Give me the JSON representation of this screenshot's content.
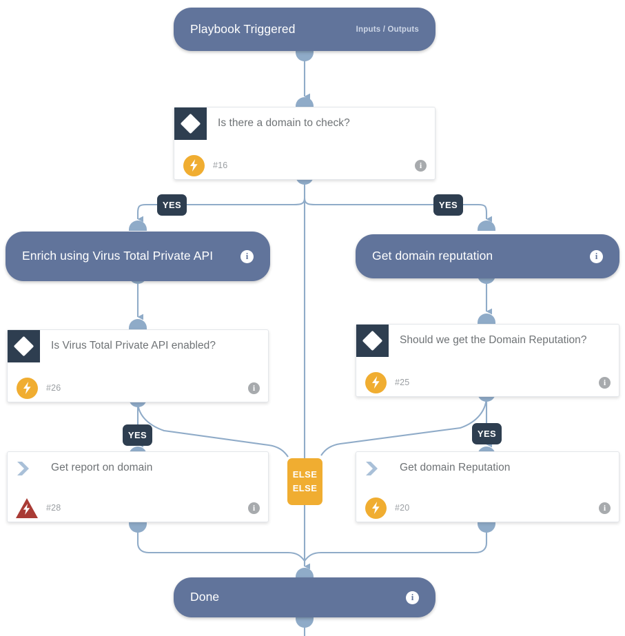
{
  "diagram": {
    "type": "playbook-flowchart",
    "colors": {
      "node_blue": "#61749b",
      "icon_navy": "#2e3e50",
      "accent_orange": "#f0ad31",
      "warning_red": "#a93b35",
      "connector_blue": "#8fabc8",
      "card_text": "#6e7275",
      "canvas": "#ffffff"
    }
  },
  "nodes": {
    "trigger": {
      "title": "Playbook Triggered",
      "io_label": "Inputs / Outputs",
      "info_icon": "info-icon"
    },
    "cond_domain": {
      "title": "Is there a domain to check?",
      "step": "#16",
      "type_icon": "diamond-condition-icon",
      "status_icon": "lightning-bolt-icon",
      "info_icon": "info-icon"
    },
    "enrich_vt": {
      "title": "Enrich using Virus Total Private API",
      "info_icon": "info-icon"
    },
    "get_domain_rep": {
      "title": "Get domain reputation",
      "info_icon": "info-icon"
    },
    "cond_vt_enabled": {
      "title": "Is Virus Total Private API enabled?",
      "step": "#26",
      "type_icon": "diamond-condition-icon",
      "status_icon": "lightning-bolt-icon",
      "info_icon": "info-icon"
    },
    "cond_should_rep": {
      "title": "Should we get the Domain Reputation?",
      "step": "#25",
      "type_icon": "diamond-condition-icon",
      "status_icon": "lightning-bolt-icon",
      "info_icon": "info-icon"
    },
    "get_report": {
      "title": "Get report on domain",
      "step": "#28",
      "type_icon": "chevron-action-icon",
      "status_icon": "warning-triangle-icon",
      "info_icon": "info-icon"
    },
    "get_reputation": {
      "title": "Get domain Reputation",
      "step": "#20",
      "type_icon": "chevron-action-icon",
      "status_icon": "lightning-bolt-icon",
      "info_icon": "info-icon"
    },
    "done": {
      "title": "Done",
      "info_icon": "info-icon"
    }
  },
  "branch_labels": {
    "yes_left_top": "YES",
    "yes_right_top": "YES",
    "yes_left_bottom": "YES",
    "yes_right_bottom": "YES",
    "else_top": "ELSE",
    "else_bottom": "ELSE"
  }
}
